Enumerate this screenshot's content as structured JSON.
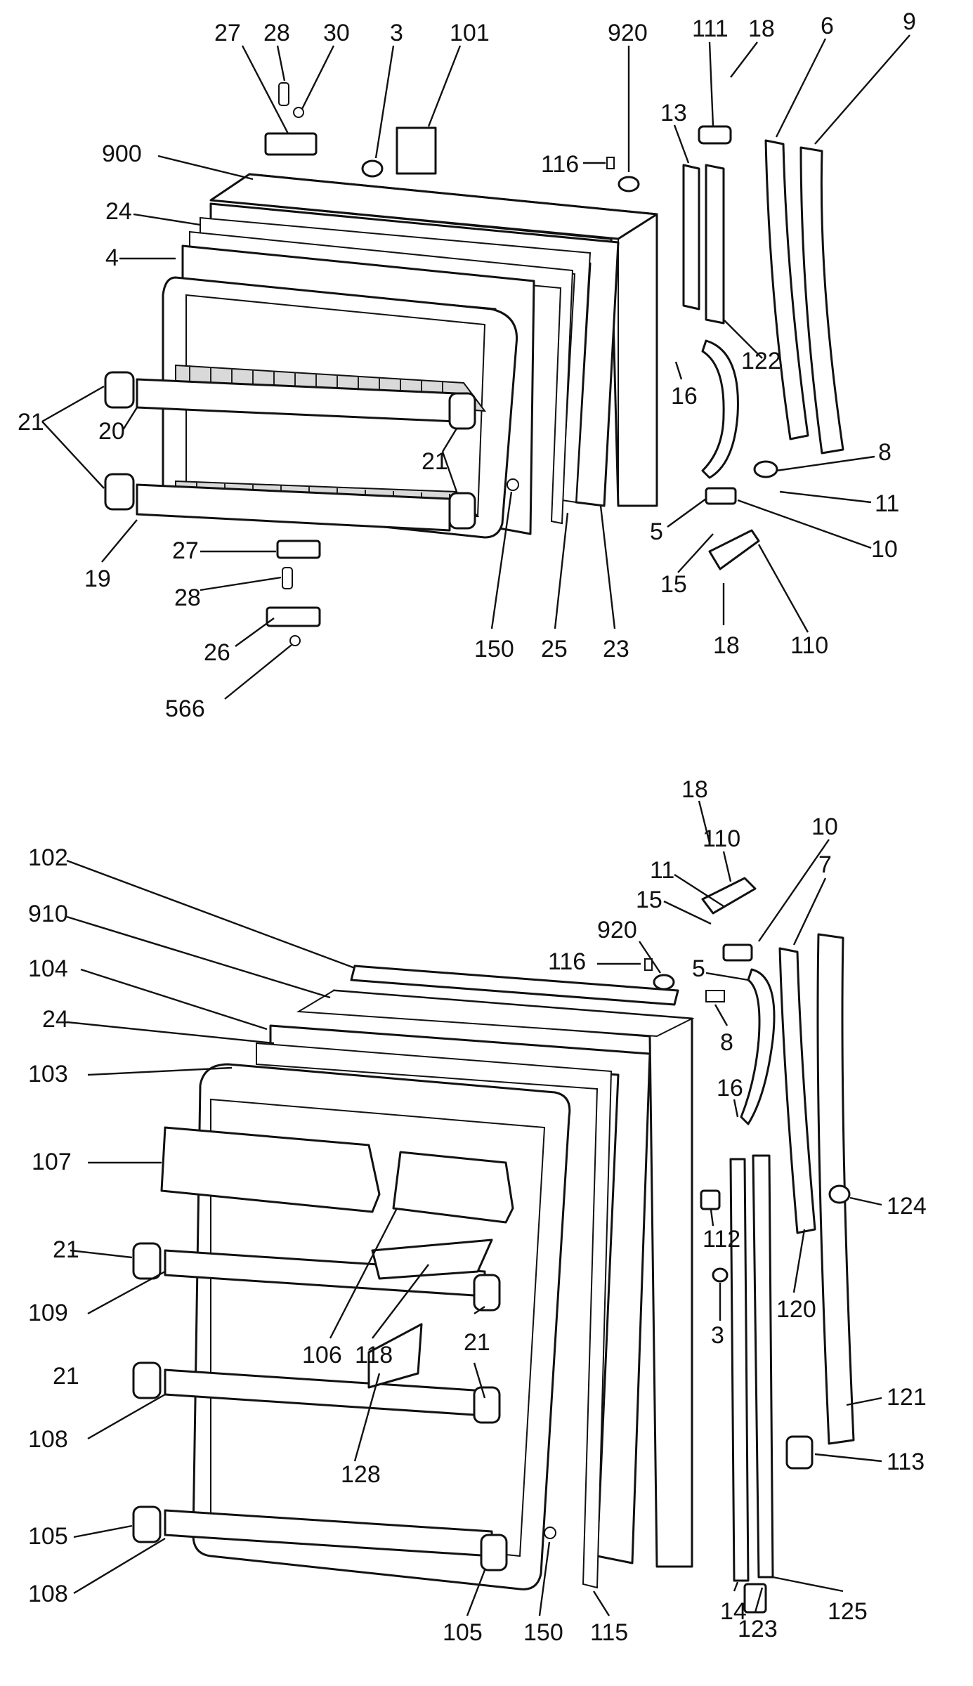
{
  "labels": {
    "top": [
      {
        "id": "l27a",
        "text": "27"
      },
      {
        "id": "l28a",
        "text": "28"
      },
      {
        "id": "l30",
        "text": "30"
      },
      {
        "id": "l3a",
        "text": "3"
      },
      {
        "id": "l101",
        "text": "101"
      },
      {
        "id": "l920a",
        "text": "920"
      },
      {
        "id": "l111",
        "text": "111"
      },
      {
        "id": "l18a",
        "text": "18"
      },
      {
        "id": "l6",
        "text": "6"
      },
      {
        "id": "l9",
        "text": "9"
      },
      {
        "id": "l900",
        "text": "900"
      },
      {
        "id": "l116a",
        "text": "116"
      },
      {
        "id": "l13",
        "text": "13"
      },
      {
        "id": "l24a",
        "text": "24"
      },
      {
        "id": "l4",
        "text": "4"
      },
      {
        "id": "l122",
        "text": "122"
      },
      {
        "id": "l21a",
        "text": "21"
      },
      {
        "id": "l20",
        "text": "20"
      },
      {
        "id": "l16a",
        "text": "16"
      },
      {
        "id": "l21b",
        "text": "21"
      },
      {
        "id": "l8a",
        "text": "8"
      },
      {
        "id": "l11a",
        "text": "11"
      },
      {
        "id": "l5a",
        "text": "5"
      },
      {
        "id": "l10a",
        "text": "10"
      },
      {
        "id": "l19",
        "text": "19"
      },
      {
        "id": "l27b",
        "text": "27"
      },
      {
        "id": "l15a",
        "text": "15"
      },
      {
        "id": "l28b",
        "text": "28"
      },
      {
        "id": "l18b",
        "text": "18"
      },
      {
        "id": "l110a",
        "text": "110"
      },
      {
        "id": "l26",
        "text": "26"
      },
      {
        "id": "l150a",
        "text": "150"
      },
      {
        "id": "l25",
        "text": "25"
      },
      {
        "id": "l23",
        "text": "23"
      },
      {
        "id": "l566",
        "text": "566"
      }
    ],
    "bottom": [
      {
        "id": "m18",
        "text": "18"
      },
      {
        "id": "m10",
        "text": "10"
      },
      {
        "id": "m110",
        "text": "110"
      },
      {
        "id": "m7",
        "text": "7"
      },
      {
        "id": "m102",
        "text": "102"
      },
      {
        "id": "m11",
        "text": "11"
      },
      {
        "id": "m15",
        "text": "15"
      },
      {
        "id": "m910",
        "text": "910"
      },
      {
        "id": "m920",
        "text": "920"
      },
      {
        "id": "m116",
        "text": "116"
      },
      {
        "id": "m5",
        "text": "5"
      },
      {
        "id": "m104",
        "text": "104"
      },
      {
        "id": "m24",
        "text": "24"
      },
      {
        "id": "m8",
        "text": "8"
      },
      {
        "id": "m103",
        "text": "103"
      },
      {
        "id": "m16",
        "text": "16"
      },
      {
        "id": "m107",
        "text": "107"
      },
      {
        "id": "m124",
        "text": "124"
      },
      {
        "id": "m21a",
        "text": "21"
      },
      {
        "id": "m112",
        "text": "112"
      },
      {
        "id": "m109",
        "text": "109"
      },
      {
        "id": "m3",
        "text": "3"
      },
      {
        "id": "m120",
        "text": "120"
      },
      {
        "id": "m106",
        "text": "106"
      },
      {
        "id": "m118",
        "text": "118"
      },
      {
        "id": "m21b",
        "text": "21"
      },
      {
        "id": "m21c",
        "text": "21"
      },
      {
        "id": "m121",
        "text": "121"
      },
      {
        "id": "m108a",
        "text": "108"
      },
      {
        "id": "m128",
        "text": "128"
      },
      {
        "id": "m113",
        "text": "113"
      },
      {
        "id": "m105a",
        "text": "105"
      },
      {
        "id": "m108b",
        "text": "108"
      },
      {
        "id": "m105b",
        "text": "105"
      },
      {
        "id": "m150",
        "text": "150"
      },
      {
        "id": "m115",
        "text": "115"
      },
      {
        "id": "m14",
        "text": "14"
      },
      {
        "id": "m123",
        "text": "123"
      },
      {
        "id": "m125",
        "text": "125"
      }
    ]
  }
}
